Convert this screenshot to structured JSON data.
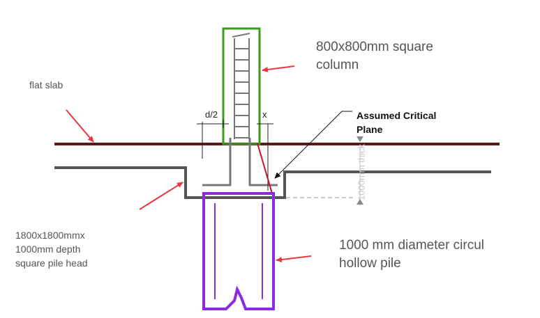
{
  "labels": {
    "column": [
      "800x800mm square",
      "column"
    ],
    "flat_slab": "flat slab",
    "critical_plane": [
      "Assumed Critical",
      "Plane"
    ],
    "d_half": "d/2",
    "x": "x",
    "pile_head": [
      "1800x1800mmx",
      "1000mm depth",
      "square pile head"
    ],
    "pile": [
      "1000 mm diameter circul",
      "hollow pile"
    ],
    "thickness": "1000mm thick"
  },
  "colors": {
    "column": "#3a9a1e",
    "pile": "#8a2be2",
    "arrow": "#e8383b",
    "critical_line": "#cc1122",
    "slab_line": "#5a1a1a",
    "outline": "#555555",
    "rebar": "#777777"
  }
}
